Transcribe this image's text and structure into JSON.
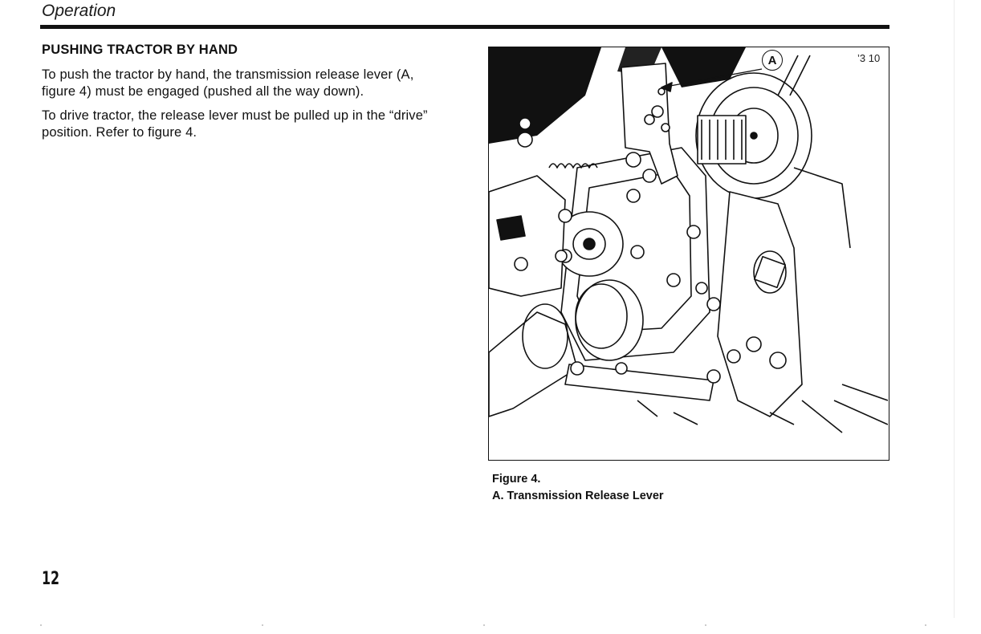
{
  "page": {
    "section_header": "Operation",
    "page_number": "12"
  },
  "content": {
    "heading": "PUSHING TRACTOR BY HAND",
    "paragraphs": [
      "To push the tractor by hand, the transmission release lever (A, figure 4) must be engaged (pushed all the way down).",
      "To drive tractor, the release lever must be pulled up in the “drive” position. Refer to figure 4."
    ]
  },
  "figure": {
    "code": "’3 10",
    "callout_label": "A",
    "caption_title": "Figure 4.",
    "caption_items": [
      "A. Transmission Release Lever"
    ]
  }
}
